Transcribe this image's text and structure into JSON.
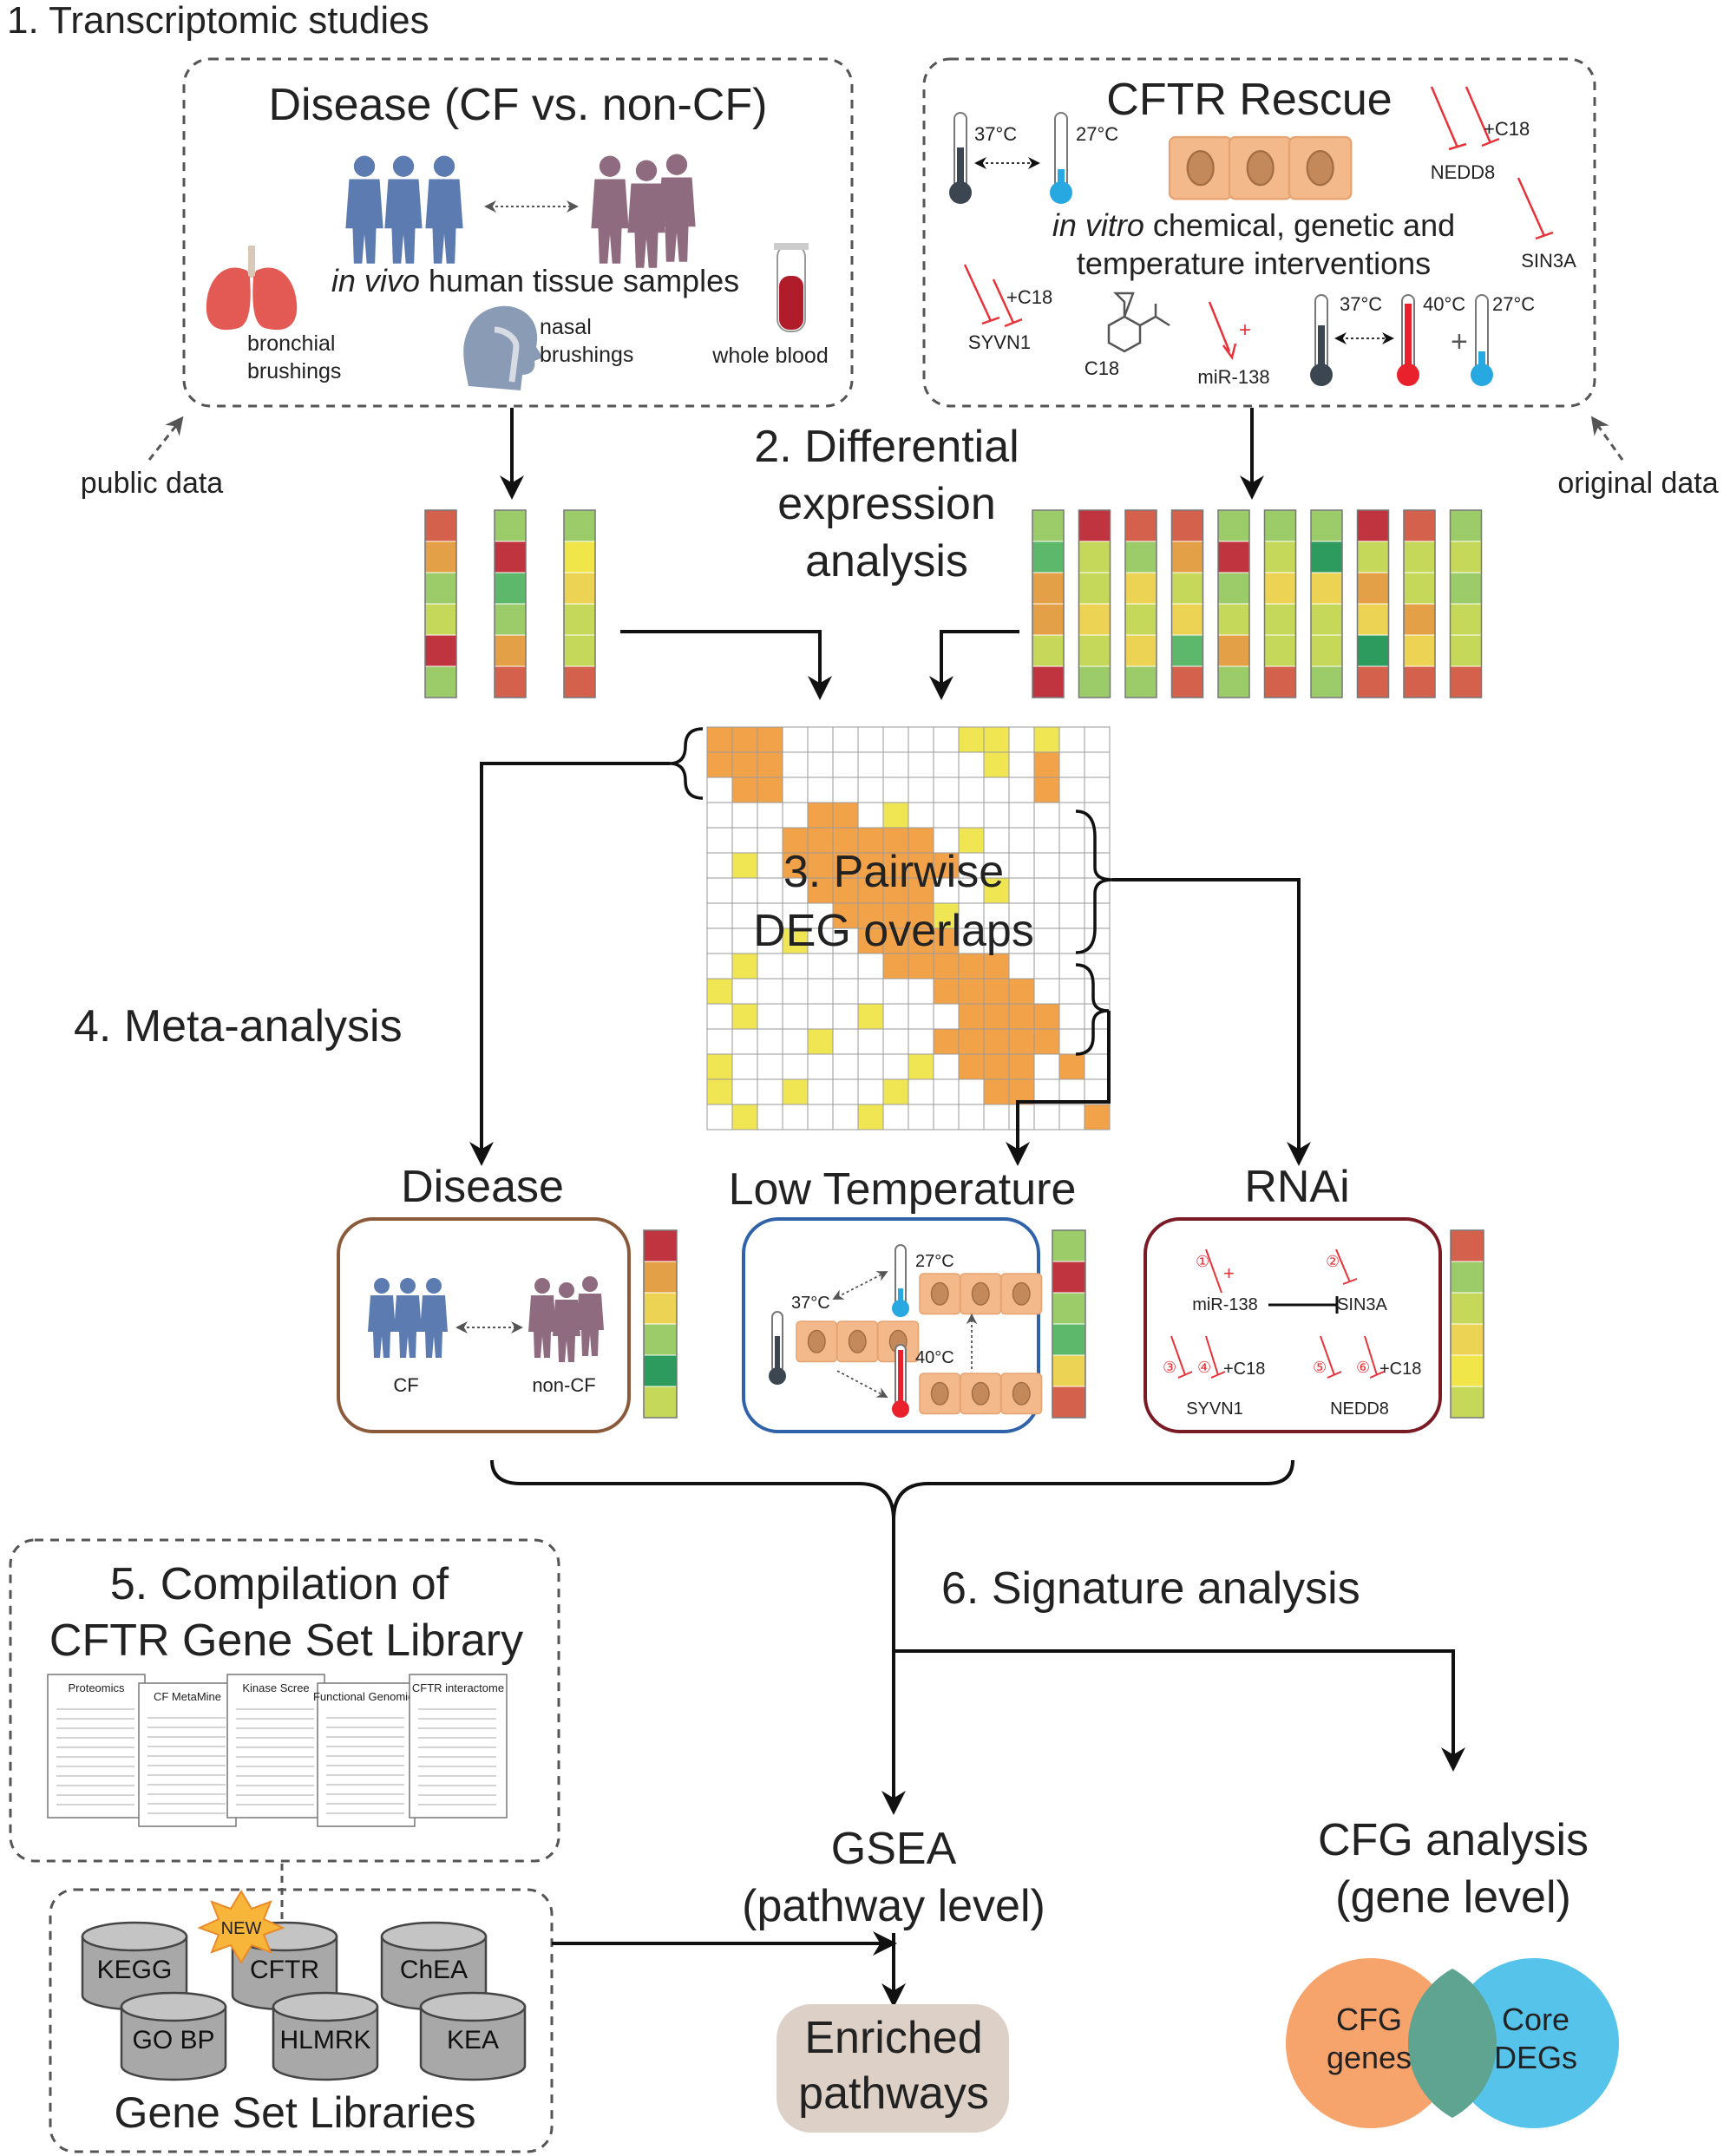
{
  "colors": {
    "dark_red": "#c0343f",
    "red_orange": "#d4614c",
    "orange": "#e4a046",
    "yellow": "#ecd354",
    "yellow2": "#f0e64a",
    "yellowgreen": "#c5d859",
    "lightgreen": "#9ccb6a",
    "green": "#5eb86b",
    "darkgreen": "#2d9a5e",
    "grid_orange": "#f2a248",
    "grid_yellow": "#f0e654",
    "box_dash": "#555555",
    "disease_border": "#8b5a3a",
    "temp_border": "#2f62a8",
    "rnai_border": "#7a1a24",
    "person_blue": "#5c7bb0",
    "person_mauve": "#8e6b7f",
    "cell_fill": "#f3b98a",
    "venn_orange": "#f7a36c",
    "venn_blue": "#55c3ea",
    "enriched_bg": "#ddd0c6",
    "inhibit_red": "#e8323a",
    "thermo_red": "#e8212d",
    "thermo_blue": "#28a8e0",
    "thermo_dark": "#3c4650"
  },
  "section1": {
    "title": "1. Transcriptomic studies",
    "disease_box": {
      "title": "Disease (CF vs. non-CF)",
      "caption_italic": "in vivo",
      "caption_rest": " human tissue samples",
      "bronchial": [
        "bronchial",
        "brushings"
      ],
      "nasal": [
        "nasal",
        "brushings"
      ],
      "blood": "whole blood"
    },
    "rescue_box": {
      "title": "CFTR Rescue",
      "temp_37": "37°C",
      "temp_27": "27°C",
      "temp_40": "40°C",
      "caption_italic": "in vitro",
      "caption_rest1": " chemical, genetic and",
      "caption_rest2": "temperature interventions",
      "plus_c18": "+C18",
      "nedd8": "NEDD8",
      "sin3a": "SIN3A",
      "syvn1": "SYVN1",
      "c18": "C18",
      "mir138": "miR-138",
      "plus": "+"
    },
    "public_data": "public data",
    "original_data": "original data"
  },
  "section2": {
    "title_lines": [
      "2. Differential",
      "expression",
      "analysis"
    ]
  },
  "section3": {
    "title_lines": [
      "3. Pairwise",
      "DEG overlaps"
    ]
  },
  "section4": {
    "title": "4. Meta-analysis",
    "disease": {
      "title": "Disease",
      "cf": "CF",
      "noncf": "non-CF"
    },
    "lowtemp": {
      "title": "Low Temperature",
      "t27": "27°C",
      "t37": "37°C",
      "t40": "40°C"
    },
    "rnai": {
      "title": "RNAi",
      "mir138": "miR-138",
      "sin3a": "SIN3A",
      "syvn1": "SYVN1",
      "nedd8": "NEDD8",
      "plus_c18": "+C18",
      "plus": "+",
      "nums": [
        "①",
        "②",
        "③",
        "④",
        "⑤",
        "⑥"
      ]
    }
  },
  "section5": {
    "title_lines": [
      "5. Compilation of",
      "CFTR Gene Set Library"
    ],
    "docs": [
      "Proteomics",
      "CF MetaMine",
      "Kinase Scree",
      "Functional Genomics",
      "CFTR interactome"
    ],
    "libraries_title": "Gene Set Libraries",
    "libs_top": [
      "KEGG",
      "CFTR",
      "ChEA"
    ],
    "libs_bottom": [
      "GO BP",
      "HLMRK",
      "KEA"
    ],
    "new_badge": "NEW"
  },
  "section6": {
    "title": "6. Signature analysis",
    "gsea_lines": [
      "GSEA",
      "(pathway level)"
    ],
    "cfg_lines": [
      "CFG analysis",
      "(gene level)"
    ],
    "enriched_lines": [
      "Enriched",
      "pathways"
    ],
    "venn_left": [
      "CFG",
      "genes"
    ],
    "venn_right": [
      "Core",
      "DEGs"
    ]
  },
  "heatmaps": {
    "left_columns": [
      [
        "red_orange",
        "orange",
        "lightgreen",
        "yellowgreen",
        "dark_red",
        "lightgreen"
      ],
      [
        "lightgreen",
        "dark_red",
        "green",
        "lightgreen",
        "orange",
        "red_orange"
      ],
      [
        "lightgreen",
        "yellow2",
        "yellow",
        "yellowgreen",
        "yellowgreen",
        "red_orange"
      ]
    ],
    "right_columns": [
      [
        "lightgreen",
        "green",
        "orange",
        "orange",
        "yellowgreen",
        "dark_red"
      ],
      [
        "dark_red",
        "yellowgreen",
        "yellowgreen",
        "yellow",
        "yellowgreen",
        "lightgreen"
      ],
      [
        "red_orange",
        "lightgreen",
        "yellow",
        "yellowgreen",
        "yellow",
        "lightgreen"
      ],
      [
        "red_orange",
        "orange",
        "yellowgreen",
        "yellow",
        "green",
        "red_orange"
      ],
      [
        "lightgreen",
        "dark_red",
        "lightgreen",
        "yellowgreen",
        "orange",
        "lightgreen"
      ],
      [
        "lightgreen",
        "yellowgreen",
        "yellow",
        "yellowgreen",
        "yellowgreen",
        "red_orange"
      ],
      [
        "lightgreen",
        "darkgreen",
        "yellow",
        "yellowgreen",
        "yellowgreen",
        "lightgreen"
      ],
      [
        "dark_red",
        "yellowgreen",
        "orange",
        "yellow",
        "darkgreen",
        "red_orange"
      ],
      [
        "red_orange",
        "yellowgreen",
        "yellowgreen",
        "orange",
        "yellow",
        "red_orange"
      ],
      [
        "lightgreen",
        "yellowgreen",
        "lightgreen",
        "yellowgreen",
        "yellowgreen",
        "red_orange"
      ]
    ],
    "disease_col": [
      "dark_red",
      "orange",
      "yellow",
      "lightgreen",
      "darkgreen",
      "yellowgreen"
    ],
    "temp_col": [
      "lightgreen",
      "dark_red",
      "lightgreen",
      "green",
      "yellow",
      "red_orange"
    ],
    "rnai_col": [
      "red_orange",
      "lightgreen",
      "yellowgreen",
      "yellow",
      "yellow2",
      "yellowgreen"
    ]
  },
  "overlap_grid": {
    "rows": 16,
    "cols": 16,
    "orange_cells": [
      [
        0,
        0
      ],
      [
        0,
        1
      ],
      [
        0,
        2
      ],
      [
        1,
        0
      ],
      [
        1,
        1
      ],
      [
        1,
        2
      ],
      [
        2,
        1
      ],
      [
        2,
        2
      ],
      [
        1,
        13
      ],
      [
        2,
        13
      ],
      [
        3,
        4
      ],
      [
        3,
        5
      ],
      [
        4,
        3
      ],
      [
        4,
        4
      ],
      [
        4,
        5
      ],
      [
        4,
        6
      ],
      [
        4,
        7
      ],
      [
        4,
        8
      ],
      [
        5,
        3
      ],
      [
        5,
        4
      ],
      [
        5,
        5
      ],
      [
        5,
        6
      ],
      [
        5,
        7
      ],
      [
        5,
        8
      ],
      [
        5,
        9
      ],
      [
        6,
        4
      ],
      [
        6,
        5
      ],
      [
        6,
        6
      ],
      [
        6,
        7
      ],
      [
        6,
        8
      ],
      [
        7,
        5
      ],
      [
        7,
        6
      ],
      [
        7,
        7
      ],
      [
        7,
        8
      ],
      [
        8,
        6
      ],
      [
        8,
        7
      ],
      [
        8,
        8
      ],
      [
        8,
        9
      ],
      [
        9,
        7
      ],
      [
        9,
        8
      ],
      [
        9,
        9
      ],
      [
        9,
        10
      ],
      [
        9,
        11
      ],
      [
        10,
        9
      ],
      [
        10,
        10
      ],
      [
        10,
        11
      ],
      [
        10,
        12
      ],
      [
        11,
        10
      ],
      [
        11,
        11
      ],
      [
        11,
        12
      ],
      [
        11,
        13
      ],
      [
        12,
        9
      ],
      [
        12,
        10
      ],
      [
        12,
        11
      ],
      [
        12,
        12
      ],
      [
        12,
        13
      ],
      [
        13,
        10
      ],
      [
        13,
        11
      ],
      [
        13,
        12
      ],
      [
        13,
        14
      ],
      [
        14,
        11
      ],
      [
        14,
        12
      ],
      [
        15,
        15
      ]
    ],
    "yellow_cells": [
      [
        0,
        10
      ],
      [
        0,
        11
      ],
      [
        0,
        13
      ],
      [
        1,
        11
      ],
      [
        3,
        7
      ],
      [
        4,
        10
      ],
      [
        5,
        1
      ],
      [
        6,
        11
      ],
      [
        7,
        9
      ],
      [
        8,
        3
      ],
      [
        9,
        1
      ],
      [
        10,
        0
      ],
      [
        11,
        1
      ],
      [
        11,
        6
      ],
      [
        12,
        4
      ],
      [
        13,
        0
      ],
      [
        13,
        8
      ],
      [
        14,
        0
      ],
      [
        14,
        3
      ],
      [
        15,
        1
      ],
      [
        15,
        6
      ],
      [
        14,
        7
      ]
    ]
  }
}
